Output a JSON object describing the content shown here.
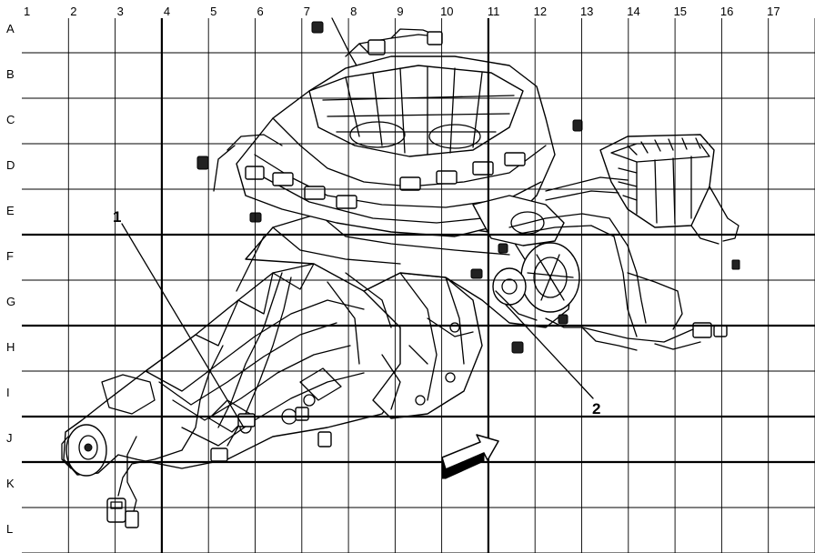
{
  "grid": {
    "columns": [
      "1",
      "2",
      "3",
      "4",
      "5",
      "6",
      "7",
      "8",
      "9",
      "10",
      "11",
      "12",
      "13",
      "14",
      "15",
      "16",
      "17"
    ],
    "rows": [
      "A",
      "B",
      "C",
      "D",
      "E",
      "F",
      "G",
      "H",
      "I",
      "J",
      "K",
      "L"
    ]
  },
  "callouts": [
    {
      "id": "callout-1",
      "label": "1"
    },
    {
      "id": "callout-2",
      "label": "2"
    }
  ],
  "icons": {
    "drawing": "engine-transmission-harness-illustration",
    "arrow": "front-direction-arrow-icon"
  }
}
